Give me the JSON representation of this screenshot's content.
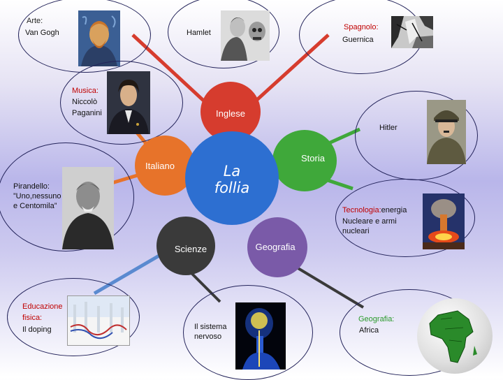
{
  "center": {
    "line1": "La",
    "line2": "follia"
  },
  "subjects": {
    "inglese": "Inglese",
    "storia": "Storia",
    "italiano": "Italiano",
    "scienze": "Scienze",
    "geografia": "Geografia"
  },
  "nodes": {
    "arte": {
      "title": "Arte:",
      "text": "Van Gogh"
    },
    "hamlet": {
      "text": "Hamlet"
    },
    "spagnolo": {
      "title": "Spagnolo:",
      "text": "Guernica"
    },
    "musica": {
      "title": "Musica:",
      "line1": "Niccolò",
      "line2": "Paganini"
    },
    "hitler": {
      "text": "Hitler"
    },
    "pirandello": {
      "line1": "Pirandello:",
      "line2": "”Uno,nessuno",
      "line3": "e Centomila”"
    },
    "tecnologia": {
      "title": "Tecnologia:",
      "title_rest": "energia",
      "line2": "Nucleare e armi",
      "line3": "nucleari"
    },
    "educazione": {
      "title1": "Educazione",
      "title2": "fisica:",
      "text": "Il doping"
    },
    "sistema": {
      "line1": "Il sistema",
      "line2": "nervoso"
    },
    "geografia_africa": {
      "title": "Geografia:",
      "text": "Africa"
    }
  },
  "icons": [
    "van-gogh-portrait",
    "hamlet-skull-photo",
    "guernica-painting",
    "paganini-portrait",
    "hitler-portrait",
    "pirandello-portrait",
    "nuclear-explosion",
    "doping-syringes",
    "nervous-system-xray",
    "africa-globe"
  ],
  "colors": {
    "inglese": "#d63c2e",
    "storia": "#3fa83a",
    "italiano": "#e7732a",
    "center": "#2d6fd1",
    "scienze": "#3a3a3a",
    "geografia": "#7a5aa8",
    "line_arte": "#d63c2e",
    "line_spagnolo": "#d63c2e",
    "line_musica": "#e7732a",
    "line_pirandello": "#e7732a",
    "line_hitler": "#3fa83a",
    "line_tecnologia": "#3fa83a",
    "line_sistema": "#3a3a3a",
    "line_educazione": "#5a8ad0",
    "line_africa": "#3a3a3a",
    "node_border": "#23235a",
    "highlight": "#c00000",
    "green_title": "#2a9a2a"
  }
}
